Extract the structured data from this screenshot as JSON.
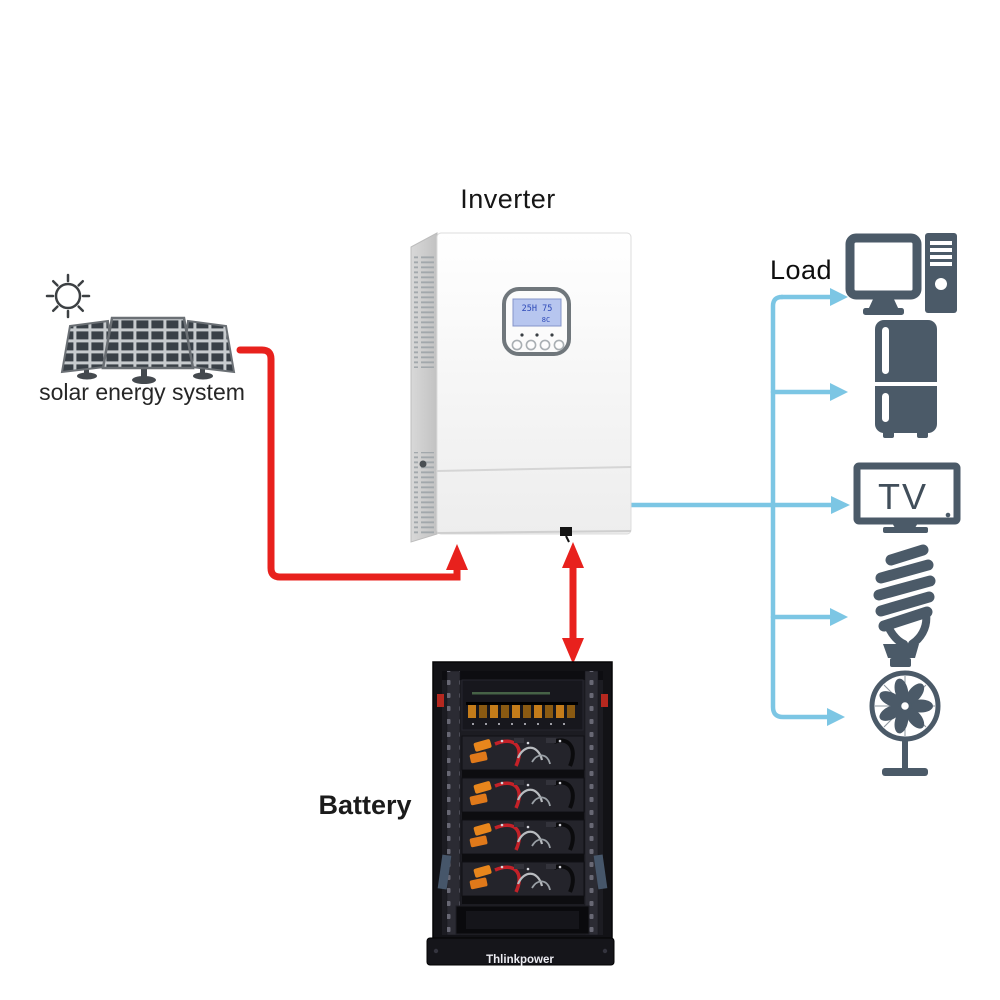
{
  "labels": {
    "inverter": "Inverter",
    "load": "Load",
    "solar_system": "solar energy system",
    "battery": "Battery"
  },
  "inverter": {
    "lcd_top": "25H 75",
    "lcd_bottom": "8C"
  },
  "battery_rack": {
    "brand": "Thlinkpower",
    "module_count": 4
  },
  "load_devices": [
    {
      "name": "desktop-computer"
    },
    {
      "name": "refrigerator"
    },
    {
      "name": "tv",
      "label": "TV"
    },
    {
      "name": "cfl-bulb"
    },
    {
      "name": "stand-fan"
    }
  ],
  "colors": {
    "flow_solar_battery": "#e8211d",
    "flow_load": "#7cc6e4",
    "appliance_icon": "#4b5a68"
  }
}
